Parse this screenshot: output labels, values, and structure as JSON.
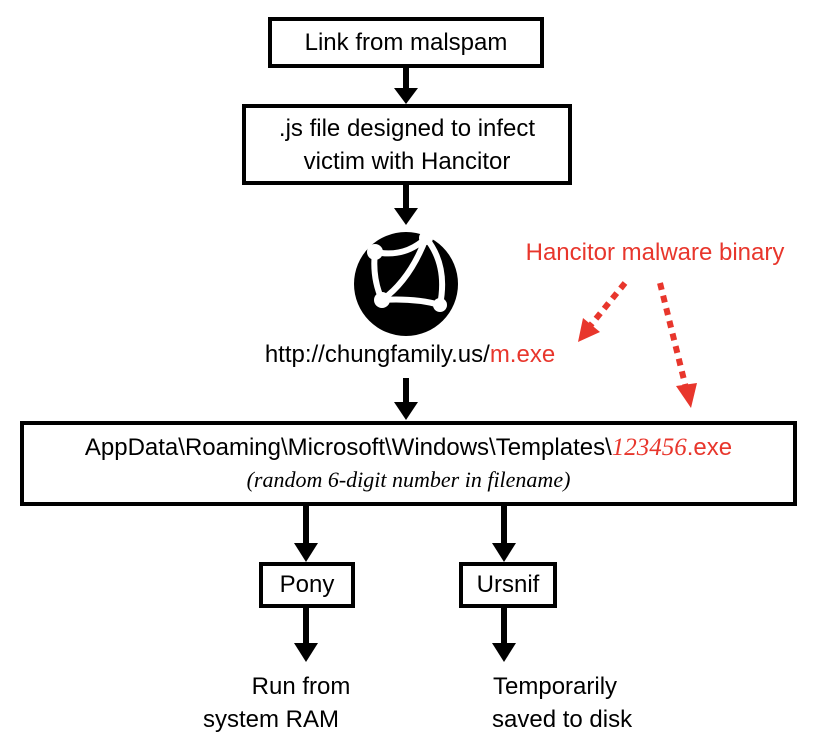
{
  "nodes": {
    "link": {
      "label": "Link from malspam"
    },
    "js_file": {
      "line1": ".js file designed to infect",
      "line2": "victim with Hancitor"
    },
    "url": {
      "prefix": "http://chungfamily.us/",
      "file": "m.exe"
    },
    "path": {
      "prefix": "AppData\\Roaming\\Microsoft\\Windows\\Templates\\",
      "number": "123456",
      "ext": ".exe",
      "note": "(random 6-digit number in filename)"
    },
    "pony": {
      "label": "Pony"
    },
    "ursnif": {
      "label": "Ursnif"
    },
    "pony_result": {
      "line1": "Run from",
      "line2": "system RAM"
    },
    "ursnif_result": {
      "line1": "Temporarily",
      "line2": "saved to disk"
    }
  },
  "annotation": {
    "label": "Hancitor malware binary"
  },
  "icons": {
    "network": "globe-network-icon"
  },
  "colors": {
    "accent": "#e8362c",
    "ink": "#000000",
    "background": "#ffffff"
  }
}
